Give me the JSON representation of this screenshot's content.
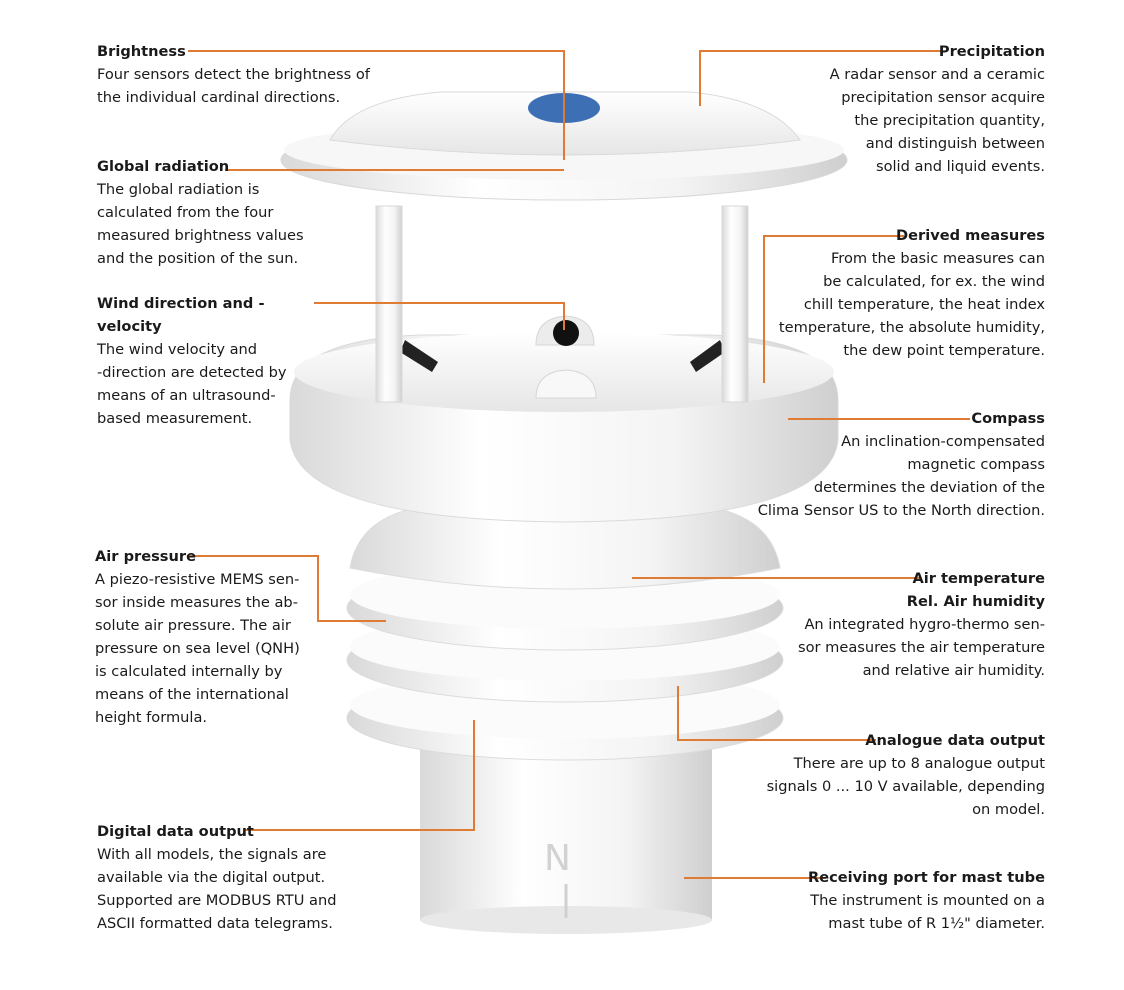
{
  "colors": {
    "leader": "#e07b35",
    "device_body": "#f2f2f2",
    "device_shadow": "#c9c9c9",
    "sensor_dot": "#3d6fb4"
  },
  "device": {
    "mark": "N"
  },
  "callouts": {
    "brightness": {
      "title": "Brightness",
      "body": "Four sensors detect the brightness of\nthe individual cardinal directions."
    },
    "global_radiation": {
      "title": "Global radiation",
      "body": "The global radiation is\ncalculated from the four\nmeasured brightness values\nand the position of the sun."
    },
    "wind": {
      "title": "Wind direction and -velocity",
      "body": "The wind velocity and\n-direction are detected by\nmeans of an ultrasound-\nbased measurement."
    },
    "air_pressure": {
      "title": "Air pressure",
      "body": "A piezo-resistive MEMS sen-\nsor inside measures the ab-\nsolute air pressure. The air\npressure on sea level (QNH)\nis calculated internally by\nmeans of the international\nheight formula."
    },
    "digital_output": {
      "title": "Digital data output",
      "body": "With all models, the signals are\navailable via the digital output.\nSupported are MODBUS RTU and\nASCII formatted data telegrams."
    },
    "precipitation": {
      "title": "Precipitation",
      "body": "A radar sensor and a ceramic\nprecipitation sensor acquire\nthe precipitation quantity,\nand distinguish between\nsolid and liquid events."
    },
    "derived": {
      "title": "Derived measures",
      "body": "From the basic measures can\nbe calculated, for ex. the wind\nchill temperature, the heat index\ntemperature, the absolute humidity,\nthe dew point temperature."
    },
    "compass": {
      "title": "Compass",
      "body": "An inclination-compensated\nmagnetic compass\ndetermines the deviation of the\nClima Sensor US to the North direction."
    },
    "air_temp": {
      "title": "Air temperature\nRel. Air humidity",
      "body": "An integrated hygro-thermo sen-\nsor measures the air temperature\nand relative air humidity."
    },
    "analogue_output": {
      "title": "Analogue data output",
      "body": "There are up to 8 analogue output\nsignals 0 ... 10 V available, depending\non model."
    },
    "mast": {
      "title": "Receiving port for mast tube",
      "body": "The instrument is mounted on a\nmast tube of R 1½\" diameter."
    }
  }
}
